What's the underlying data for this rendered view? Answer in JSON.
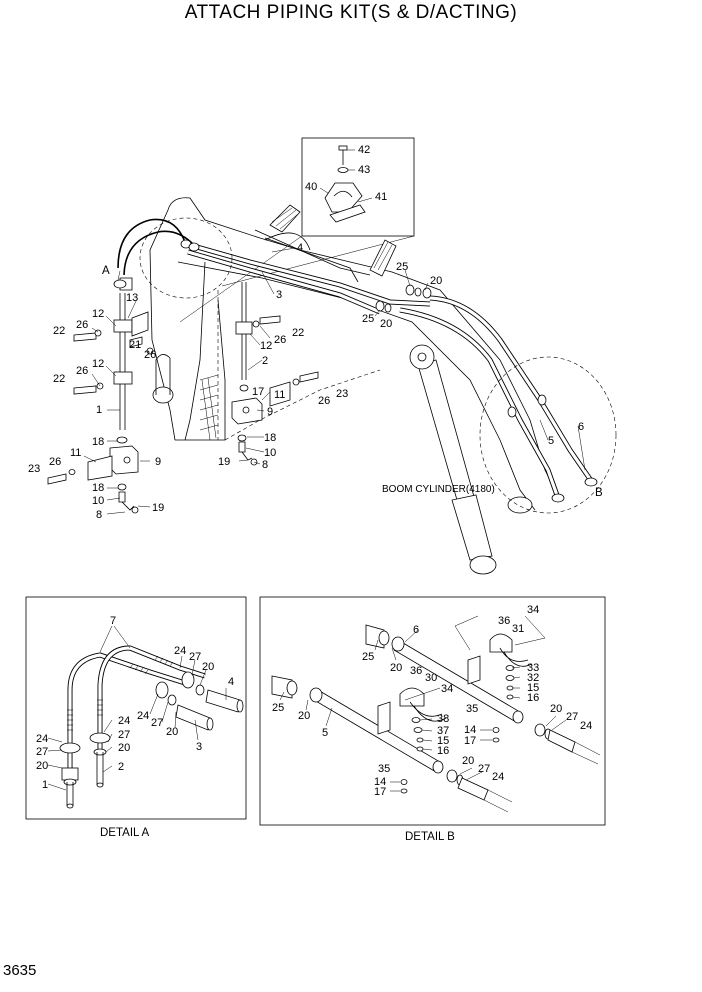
{
  "title": "ATTACH PIPING KIT(S & D/ACTING)",
  "page_number": "3635",
  "main": {
    "boom_cylinder_label": "BOOM CYLINDER(4180)",
    "view_a": "A",
    "view_b": "B",
    "callouts": {
      "c42": "42",
      "c43": "43",
      "c40": "40",
      "c41": "41",
      "c4": "4",
      "c3": "3",
      "c25": "25",
      "c20": "20",
      "c25b": "25",
      "c20b": "20",
      "c13": "13",
      "c12a": "12",
      "c26a": "26",
      "c22a": "22",
      "c21": "21",
      "c26b": "26",
      "c12b": "12",
      "c26c": "26",
      "c22b": "22",
      "c1": "1",
      "c18a": "18",
      "c9a": "9",
      "c11": "11",
      "c26d": "26",
      "c23a": "23",
      "c18b": "18",
      "c10a": "10",
      "c19a": "19",
      "c8a": "8",
      "c26e": "26",
      "c22c": "22",
      "c12c": "12",
      "c2": "2",
      "c17": "17",
      "c11b": "11",
      "c26f": "26",
      "c23b": "23",
      "c9b": "9",
      "c18c": "18",
      "c10b": "10",
      "c19b": "19",
      "c8b": "8",
      "c5": "5",
      "c6": "6"
    }
  },
  "detail_a": {
    "caption": "DETAIL A",
    "callouts": {
      "c7": "7",
      "c24a": "24",
      "c27a": "27",
      "c20a": "20",
      "c4": "4",
      "c24b": "24",
      "c27b": "27",
      "c20b": "20",
      "c3": "3",
      "c24c": "24",
      "c27c": "27",
      "c20c": "20",
      "c1": "1",
      "c24d": "24",
      "c27d": "27",
      "c20d": "20",
      "c2": "2"
    }
  },
  "detail_b": {
    "caption": "DETAIL B",
    "callouts": {
      "c34a": "34",
      "c36a": "36",
      "c31": "31",
      "c6": "6",
      "c25a": "25",
      "c20a": "20",
      "c33": "33",
      "c32": "32",
      "c15a": "15",
      "c16a": "16",
      "c36b": "36",
      "c30": "30",
      "c34b": "34",
      "c25b": "25",
      "c20b": "20",
      "c38": "38",
      "c35a": "35",
      "c5": "5",
      "c37": "37",
      "c15b": "15",
      "c16b": "16",
      "c14a": "14",
      "c17a": "17",
      "c20c": "20",
      "c27a": "27",
      "c24a": "24",
      "c35b": "35",
      "c20d": "20",
      "c27b": "27",
      "c24b": "24",
      "c14b": "14",
      "c17b": "17"
    }
  }
}
